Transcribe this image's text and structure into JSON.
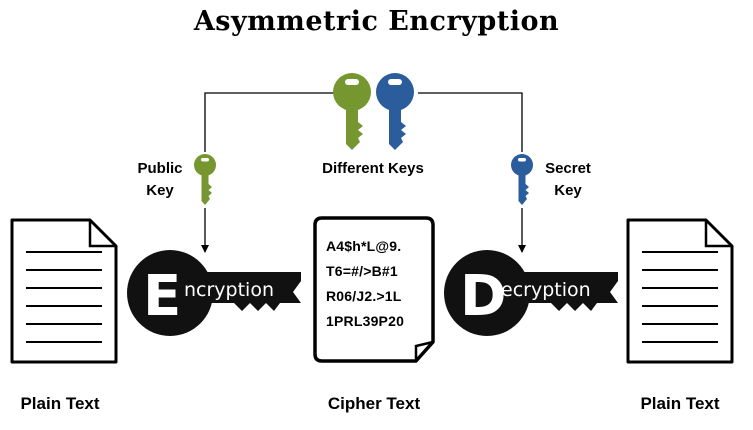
{
  "title": "Asymmetric Encryption",
  "labels": {
    "public_key_line1": "Public",
    "public_key_line2": "Key",
    "different_keys": "Different Keys",
    "secret_key_line1": "Secret",
    "secret_key_line2": "Key",
    "encryption_initial": "E",
    "encryption_rest": "ncryption",
    "decryption_initial": "D",
    "decryption_rest": "ecryption",
    "plain_text_left": "Plain Text",
    "cipher_text": "Cipher Text",
    "plain_text_right": "Plain Text"
  },
  "cipher_lines": [
    "A4$h*L@9.",
    "T6=#/>B#1",
    "R06/J2.>1L",
    "1PRL39P20"
  ],
  "colors": {
    "public_key": "#76962f",
    "secret_key": "#2b5c9c",
    "key_shape": "#111111",
    "line": "#000000"
  },
  "icons": {
    "public_key": "green-key-icon",
    "secret_key": "blue-key-icon",
    "document": "document-icon"
  }
}
